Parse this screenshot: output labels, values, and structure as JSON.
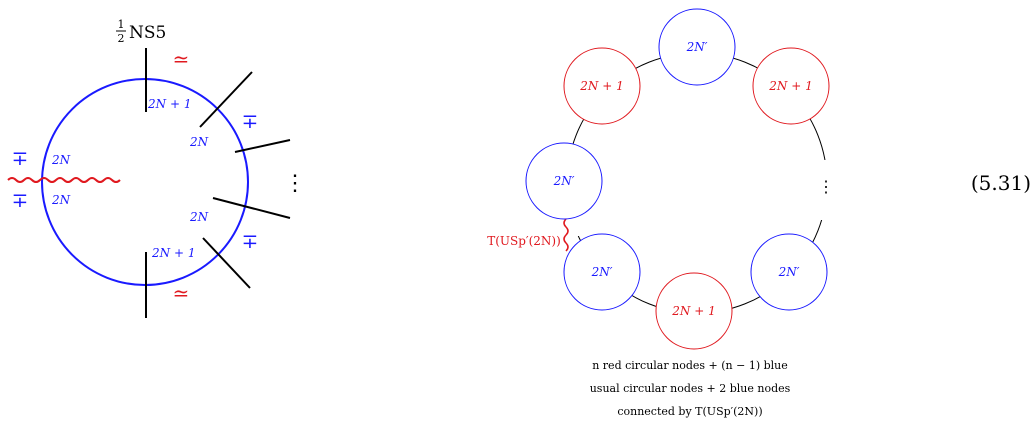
{
  "colors": {
    "blue": "#1a1aff",
    "red": "#e0191f",
    "black": "#000000"
  },
  "brane_diagram": {
    "ns5_label_fraction_num": "1",
    "ns5_label_fraction_den": "2",
    "ns5_label_text": "NS5",
    "top_sign": "≃",
    "bottom_sign": "≃",
    "upper_right_sign": "∓",
    "lower_right_sign": "∓",
    "left_upper_sign": "∓",
    "left_lower_sign": "∓",
    "label_top_rank": "2N + 1",
    "label_bottom_rank": "2N + 1",
    "label_upper_right_rank": "2N",
    "label_lower_right_rank": "2N",
    "label_left_upper_rank": "2N",
    "label_left_lower_rank": "2N",
    "dots": "⋮"
  },
  "quiver": {
    "nodes": {
      "top": "2N′",
      "upper_left": "2N + 1",
      "upper_right": "2N + 1",
      "left": "2N′",
      "lower_left": "2N′",
      "bottom": "2N + 1",
      "lower_right": "2N′"
    },
    "dots": "⋮",
    "twisted_link_label": "T(USp′(2N))",
    "caption_line1": "n red circular nodes + (n − 1) blue",
    "caption_line2": "usual circular nodes + 2 blue nodes",
    "caption_line3": "connected by T(USp′(2N))"
  },
  "equation_number": "(5.31)"
}
